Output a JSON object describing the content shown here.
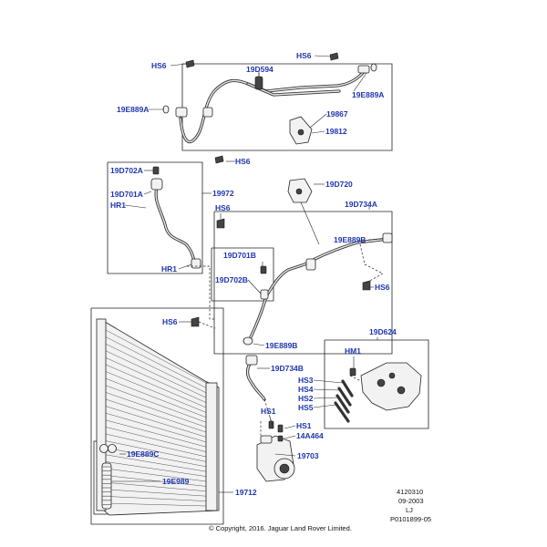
{
  "labels": {
    "hs6_a": "HS6",
    "hs6_b": "HS6",
    "d594": "19D594",
    "e889a_a": "19E889A",
    "e889a_b": "19E889A",
    "n19867": "19867",
    "n19812": "19812",
    "d702a": "19D702A",
    "hs6_c": "HS6",
    "d701a": "19D701A",
    "n19972": "19972",
    "hr1_a": "HR1",
    "hs6_d": "HS6",
    "d720": "19D720",
    "d734a": "19D734A",
    "e889b_a": "19E889B",
    "d701b": "19D701B",
    "d702b": "19D702B",
    "hr1_b": "HR1",
    "hs6_e": "HS6",
    "hs6_f": "HS6",
    "e889b_b": "19E889B",
    "d624": "19D624",
    "hm1": "HM1",
    "d734b": "19D734B",
    "hs3": "HS3",
    "hs4": "HS4",
    "hs2": "HS2",
    "hs5": "HS5",
    "hs1_a": "HS1",
    "hs1_b": "HS1",
    "a464": "14A464",
    "n19703": "19703",
    "e889c": "19E889C",
    "e989": "19E989",
    "n19712": "19712"
  },
  "meta": {
    "code": "4120310",
    "date": "09-2003",
    "initials": "LJ",
    "ref": "P0101899-05",
    "copyright": "© Copyright, 2016. Jaguar Land Rover Limited."
  },
  "colors": {
    "label": "#1f35b0",
    "line": "#222222"
  }
}
